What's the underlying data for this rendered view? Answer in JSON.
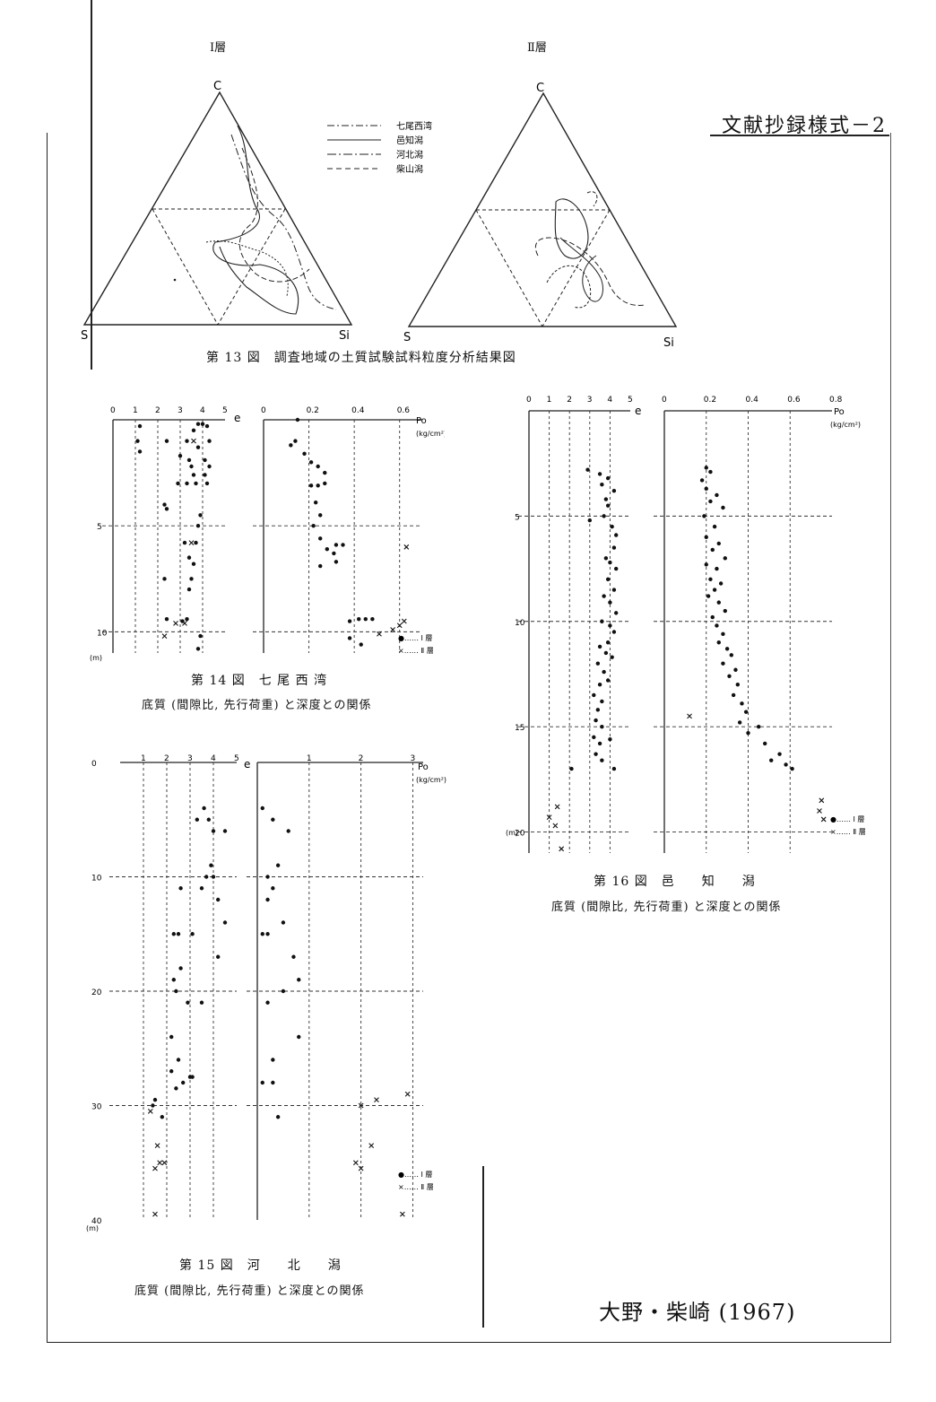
{
  "header": {
    "form_code": "文献抄録様式－2"
  },
  "fig13": {
    "layer1_title": "Ⅰ層",
    "layer2_title": "Ⅱ層",
    "vertex_top": "C",
    "vertex_left": "S",
    "vertex_right": "Si",
    "legend": [
      "七尾西湾",
      "邑知潟",
      "河北潟",
      "柴山潟"
    ],
    "caption": "第 13 図　調査地域の土質試験試料粒度分析結果図"
  },
  "fig14": {
    "caption": "第 14 図　七 尾 西 湾",
    "subcaption": "底質 (間隙比, 先行荷重) と深度との関係",
    "e_ticks": [
      "0",
      "1",
      "2",
      "3",
      "4",
      "5"
    ],
    "e_label": "e",
    "p_ticks": [
      "0",
      "0.2",
      "0.4",
      "0.6"
    ],
    "p_label": "Po",
    "p_unit": "(kg/cm²)",
    "depth_ticks": [
      "5",
      "10"
    ],
    "depth_unit": "(m)",
    "legend": [
      "●…… Ⅰ 層",
      "×…… Ⅱ 層"
    ]
  },
  "fig15": {
    "caption": "第 15 図　河　　北　　潟",
    "subcaption": "底質 (間隙比, 先行荷重) と深度との関係",
    "e_ticks": [
      "1",
      "2",
      "3",
      "4",
      "5"
    ],
    "e_label": "e",
    "p_ticks": [
      "1",
      "2",
      "3"
    ],
    "p_label": "Po",
    "p_unit": "(kg/cm²)",
    "depth_ticks": [
      "0",
      "10",
      "20",
      "30",
      "40"
    ],
    "depth_unit": "(m)",
    "legend": [
      "●…… Ⅰ 層",
      "×…… Ⅱ 層"
    ]
  },
  "fig16": {
    "caption": "第 16 図　邑　　知　　潟",
    "subcaption": "底質 (間隙比, 先行荷重) と深度との関係",
    "e_ticks": [
      "0",
      "1",
      "2",
      "3",
      "4",
      "5"
    ],
    "e_label": "e",
    "p_ticks": [
      "0",
      "0.2",
      "0.4",
      "0.6",
      "0.8"
    ],
    "p_label": "Po",
    "p_unit": "(kg/cm²)",
    "depth_ticks": [
      "5",
      "10",
      "15",
      "20"
    ],
    "depth_unit": "(m)",
    "legend": [
      "●…… Ⅰ 層",
      "×…… Ⅱ 層"
    ]
  },
  "chart_data": [
    {
      "type": "scatter",
      "id": "fig14-e",
      "xlim": [
        0,
        5
      ],
      "ylim": [
        0,
        11
      ],
      "xlabel": "e",
      "series": [
        {
          "marker": "dot",
          "points": [
            [
              1.2,
              0.3
            ],
            [
              3.8,
              0.2
            ],
            [
              4.0,
              0.2
            ],
            [
              4.2,
              0.3
            ],
            [
              3.6,
              0.5
            ],
            [
              1.1,
              1.0
            ],
            [
              2.4,
              1.0
            ],
            [
              3.3,
              1.0
            ],
            [
              4.3,
              1.0
            ],
            [
              3.8,
              1.3
            ],
            [
              1.2,
              1.5
            ],
            [
              3.0,
              1.7
            ],
            [
              3.4,
              1.9
            ],
            [
              4.1,
              1.9
            ],
            [
              3.5,
              2.2
            ],
            [
              4.3,
              2.2
            ],
            [
              3.6,
              2.6
            ],
            [
              4.1,
              2.6
            ],
            [
              2.9,
              3.0
            ],
            [
              3.3,
              3.0
            ],
            [
              3.7,
              3.0
            ],
            [
              4.2,
              3.0
            ],
            [
              2.3,
              4.0
            ],
            [
              2.4,
              4.2
            ],
            [
              3.9,
              4.5
            ],
            [
              3.8,
              5.0
            ],
            [
              3.2,
              5.8
            ],
            [
              3.7,
              5.8
            ],
            [
              3.4,
              6.5
            ],
            [
              3.6,
              6.8
            ],
            [
              2.3,
              7.5
            ],
            [
              3.5,
              7.5
            ],
            [
              3.4,
              8.0
            ],
            [
              2.4,
              9.4
            ],
            [
              3.1,
              9.5
            ],
            [
              3.3,
              9.4
            ],
            [
              3.9,
              10.2
            ],
            [
              3.8,
              10.8
            ]
          ]
        },
        {
          "marker": "cross",
          "points": [
            [
              3.6,
              1.0
            ],
            [
              3.5,
              5.8
            ],
            [
              3.2,
              9.6
            ],
            [
              2.8,
              9.6
            ],
            [
              2.3,
              10.2
            ]
          ]
        }
      ]
    },
    {
      "type": "scatter",
      "id": "fig14-p",
      "xlim": [
        0,
        0.7
      ],
      "ylim": [
        0,
        11
      ],
      "xlabel": "Po",
      "series": [
        {
          "marker": "dot",
          "points": [
            [
              0.15,
              0.0
            ],
            [
              0.14,
              1.0
            ],
            [
              0.12,
              1.2
            ],
            [
              0.18,
              1.6
            ],
            [
              0.21,
              2.0
            ],
            [
              0.24,
              2.2
            ],
            [
              0.27,
              2.5
            ],
            [
              0.21,
              3.1
            ],
            [
              0.24,
              3.1
            ],
            [
              0.27,
              3.0
            ],
            [
              0.23,
              3.9
            ],
            [
              0.25,
              4.5
            ],
            [
              0.22,
              5.0
            ],
            [
              0.25,
              5.6
            ],
            [
              0.28,
              6.1
            ],
            [
              0.32,
              5.9
            ],
            [
              0.35,
              5.9
            ],
            [
              0.31,
              6.3
            ],
            [
              0.25,
              6.9
            ],
            [
              0.32,
              6.7
            ],
            [
              0.38,
              9.5
            ],
            [
              0.42,
              9.4
            ],
            [
              0.45,
              9.4
            ],
            [
              0.48,
              9.4
            ],
            [
              0.38,
              10.3
            ],
            [
              0.43,
              10.6
            ]
          ]
        },
        {
          "marker": "cross",
          "points": [
            [
              0.63,
              6.0
            ],
            [
              0.62,
              9.5
            ],
            [
              0.6,
              9.7
            ],
            [
              0.57,
              9.9
            ],
            [
              0.51,
              10.1
            ]
          ]
        }
      ]
    },
    {
      "type": "scatter",
      "id": "fig15-e",
      "xlim": [
        0,
        5
      ],
      "ylim": [
        0,
        40
      ],
      "xlabel": "e",
      "series": [
        {
          "marker": "dot",
          "points": [
            [
              3.6,
              4.0
            ],
            [
              3.8,
              5.0
            ],
            [
              3.3,
              5.0
            ],
            [
              4.0,
              6.0
            ],
            [
              4.5,
              6.0
            ],
            [
              3.9,
              9.0
            ],
            [
              3.7,
              10.0
            ],
            [
              4.0,
              10.0
            ],
            [
              3.5,
              11.0
            ],
            [
              2.6,
              11.0
            ],
            [
              4.2,
              12.0
            ],
            [
              4.5,
              14.0
            ],
            [
              2.5,
              15.0
            ],
            [
              2.3,
              15.0
            ],
            [
              3.1,
              15.0
            ],
            [
              4.2,
              17.0
            ],
            [
              2.6,
              18.0
            ],
            [
              2.3,
              19.0
            ],
            [
              2.4,
              20.0
            ],
            [
              3.5,
              21.0
            ],
            [
              2.9,
              21.0
            ],
            [
              2.2,
              24.0
            ],
            [
              2.5,
              26.0
            ],
            [
              2.2,
              27.0
            ],
            [
              3.1,
              27.5
            ],
            [
              3.0,
              27.5
            ],
            [
              2.7,
              28.0
            ],
            [
              2.4,
              28.5
            ],
            [
              1.5,
              29.5
            ],
            [
              1.4,
              30.0
            ],
            [
              1.8,
              31.0
            ]
          ]
        },
        {
          "marker": "cross",
          "points": [
            [
              1.3,
              30.5
            ],
            [
              1.6,
              33.5
            ],
            [
              1.7,
              35.0
            ],
            [
              1.9,
              35.0
            ],
            [
              1.5,
              35.5
            ],
            [
              1.5,
              39.5
            ]
          ]
        }
      ]
    },
    {
      "type": "scatter",
      "id": "fig15-p",
      "xlim": [
        0,
        3.2
      ],
      "ylim": [
        0,
        40
      ],
      "xlabel": "Po",
      "series": [
        {
          "marker": "dot",
          "points": [
            [
              0.1,
              4.0
            ],
            [
              0.3,
              5.0
            ],
            [
              0.6,
              6.0
            ],
            [
              0.4,
              9.0
            ],
            [
              0.2,
              10.0
            ],
            [
              0.3,
              11.0
            ],
            [
              0.2,
              12.0
            ],
            [
              0.5,
              14.0
            ],
            [
              0.1,
              15.0
            ],
            [
              0.2,
              15.0
            ],
            [
              0.7,
              17.0
            ],
            [
              0.8,
              19.0
            ],
            [
              0.5,
              20.0
            ],
            [
              0.2,
              21.0
            ],
            [
              0.8,
              24.0
            ],
            [
              0.3,
              26.0
            ],
            [
              0.3,
              28.0
            ],
            [
              0.1,
              28.0
            ],
            [
              0.4,
              31.0
            ]
          ]
        },
        {
          "marker": "cross",
          "points": [
            [
              2.0,
              30.0
            ],
            [
              2.3,
              29.5
            ],
            [
              2.2,
              33.5
            ],
            [
              1.9,
              35.0
            ],
            [
              2.0,
              35.5
            ],
            [
              2.9,
              29.0
            ],
            [
              2.8,
              39.5
            ]
          ]
        }
      ]
    },
    {
      "type": "scatter",
      "id": "fig16-e",
      "xlim": [
        0,
        5
      ],
      "ylim": [
        0,
        21
      ],
      "xlabel": "e",
      "series": [
        {
          "marker": "dot",
          "points": [
            [
              2.9,
              2.8
            ],
            [
              3.5,
              3.0
            ],
            [
              3.9,
              3.2
            ],
            [
              3.6,
              3.5
            ],
            [
              4.2,
              3.8
            ],
            [
              3.8,
              4.2
            ],
            [
              3.9,
              4.5
            ],
            [
              3.7,
              5.0
            ],
            [
              3.0,
              5.2
            ],
            [
              4.1,
              5.5
            ],
            [
              4.3,
              5.9
            ],
            [
              4.2,
              6.5
            ],
            [
              3.8,
              7.0
            ],
            [
              4.0,
              7.2
            ],
            [
              4.3,
              7.5
            ],
            [
              3.9,
              8.0
            ],
            [
              4.2,
              8.5
            ],
            [
              3.7,
              8.8
            ],
            [
              4.0,
              9.1
            ],
            [
              4.3,
              9.6
            ],
            [
              3.6,
              10.0
            ],
            [
              4.0,
              10.2
            ],
            [
              4.2,
              10.5
            ],
            [
              3.9,
              11.0
            ],
            [
              3.5,
              11.2
            ],
            [
              3.8,
              11.5
            ],
            [
              4.1,
              11.7
            ],
            [
              3.4,
              12.0
            ],
            [
              3.7,
              12.4
            ],
            [
              3.9,
              12.8
            ],
            [
              3.5,
              13.0
            ],
            [
              3.2,
              13.5
            ],
            [
              3.6,
              13.8
            ],
            [
              3.4,
              14.2
            ],
            [
              3.3,
              14.7
            ],
            [
              3.6,
              15.0
            ],
            [
              3.2,
              15.5
            ],
            [
              3.5,
              15.8
            ],
            [
              4.0,
              15.6
            ],
            [
              3.3,
              16.3
            ],
            [
              3.6,
              16.6
            ],
            [
              2.1,
              17.0
            ],
            [
              4.2,
              17.0
            ]
          ]
        },
        {
          "marker": "cross",
          "points": [
            [
              1.4,
              18.8
            ],
            [
              1.0,
              19.3
            ],
            [
              1.3,
              19.7
            ],
            [
              1.6,
              20.8
            ]
          ]
        }
      ]
    },
    {
      "type": "scatter",
      "id": "fig16-p",
      "xlim": [
        0,
        0.8
      ],
      "ylim": [
        0,
        21
      ],
      "xlabel": "Po",
      "series": [
        {
          "marker": "dot",
          "points": [
            [
              0.2,
              2.7
            ],
            [
              0.22,
              2.9
            ],
            [
              0.18,
              3.3
            ],
            [
              0.2,
              3.7
            ],
            [
              0.25,
              4.0
            ],
            [
              0.22,
              4.3
            ],
            [
              0.28,
              4.6
            ],
            [
              0.19,
              5.0
            ],
            [
              0.24,
              5.5
            ],
            [
              0.2,
              6.0
            ],
            [
              0.26,
              6.3
            ],
            [
              0.23,
              6.6
            ],
            [
              0.29,
              7.0
            ],
            [
              0.2,
              7.3
            ],
            [
              0.25,
              7.5
            ],
            [
              0.22,
              8.0
            ],
            [
              0.27,
              8.2
            ],
            [
              0.24,
              8.5
            ],
            [
              0.21,
              8.8
            ],
            [
              0.26,
              9.1
            ],
            [
              0.29,
              9.5
            ],
            [
              0.23,
              9.8
            ],
            [
              0.25,
              10.2
            ],
            [
              0.28,
              10.6
            ],
            [
              0.26,
              11.0
            ],
            [
              0.3,
              11.3
            ],
            [
              0.32,
              11.6
            ],
            [
              0.28,
              12.0
            ],
            [
              0.34,
              12.3
            ],
            [
              0.31,
              12.6
            ],
            [
              0.35,
              13.0
            ],
            [
              0.33,
              13.5
            ],
            [
              0.37,
              13.9
            ],
            [
              0.39,
              14.3
            ],
            [
              0.36,
              14.8
            ],
            [
              0.4,
              15.3
            ],
            [
              0.45,
              15.0
            ],
            [
              0.48,
              15.8
            ],
            [
              0.55,
              16.3
            ],
            [
              0.51,
              16.6
            ],
            [
              0.61,
              17.0
            ],
            [
              0.58,
              16.8
            ]
          ]
        },
        {
          "marker": "cross",
          "points": [
            [
              0.12,
              14.5
            ],
            [
              0.75,
              18.5
            ],
            [
              0.74,
              19.0
            ],
            [
              0.76,
              19.4
            ]
          ]
        }
      ]
    }
  ]
}
